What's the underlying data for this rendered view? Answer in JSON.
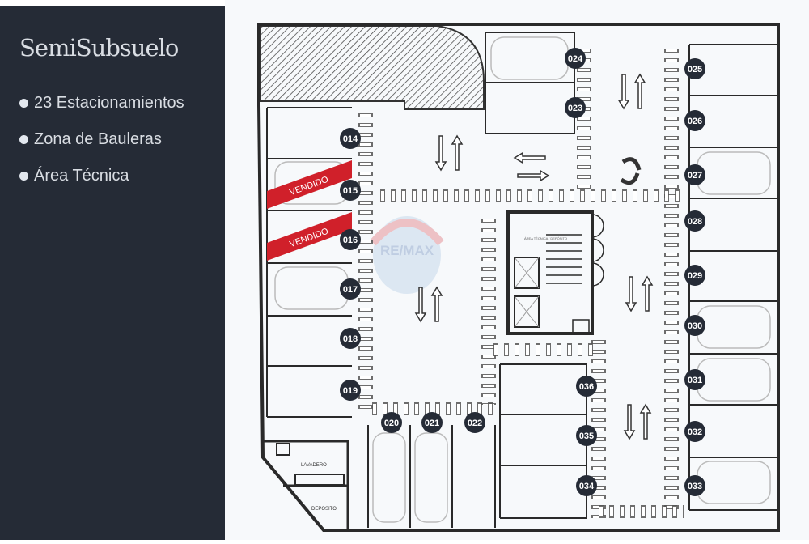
{
  "sidebar": {
    "title": "SemiSubsuelo",
    "bullets": [
      "23 Estacionamientos",
      "Zona de Bauleras",
      "Área Técnica"
    ]
  },
  "plan": {
    "sold_label": "VENDIDO",
    "watermark": "RE/MAX",
    "rooms": {
      "laundry": "LAVADERO",
      "storage": "DEPOSITO",
      "technical": "ÁREA TÉCNICA / DEPÓSITO"
    },
    "spots": [
      {
        "id": "014",
        "status": "available"
      },
      {
        "id": "015",
        "status": "sold"
      },
      {
        "id": "016",
        "status": "sold"
      },
      {
        "id": "017",
        "status": "available"
      },
      {
        "id": "018",
        "status": "available"
      },
      {
        "id": "019",
        "status": "available"
      },
      {
        "id": "020",
        "status": "available"
      },
      {
        "id": "021",
        "status": "available"
      },
      {
        "id": "022",
        "status": "available"
      },
      {
        "id": "023",
        "status": "available"
      },
      {
        "id": "024",
        "status": "available"
      },
      {
        "id": "025",
        "status": "available"
      },
      {
        "id": "026",
        "status": "available"
      },
      {
        "id": "027",
        "status": "available"
      },
      {
        "id": "028",
        "status": "available"
      },
      {
        "id": "029",
        "status": "available"
      },
      {
        "id": "030",
        "status": "available"
      },
      {
        "id": "031",
        "status": "available"
      },
      {
        "id": "032",
        "status": "available"
      },
      {
        "id": "033",
        "status": "available"
      },
      {
        "id": "034",
        "status": "available"
      },
      {
        "id": "035",
        "status": "available"
      },
      {
        "id": "036",
        "status": "available"
      }
    ],
    "colors": {
      "sold": "#d0202a",
      "badge": "#252b36",
      "wall": "#2a2a2a"
    }
  }
}
